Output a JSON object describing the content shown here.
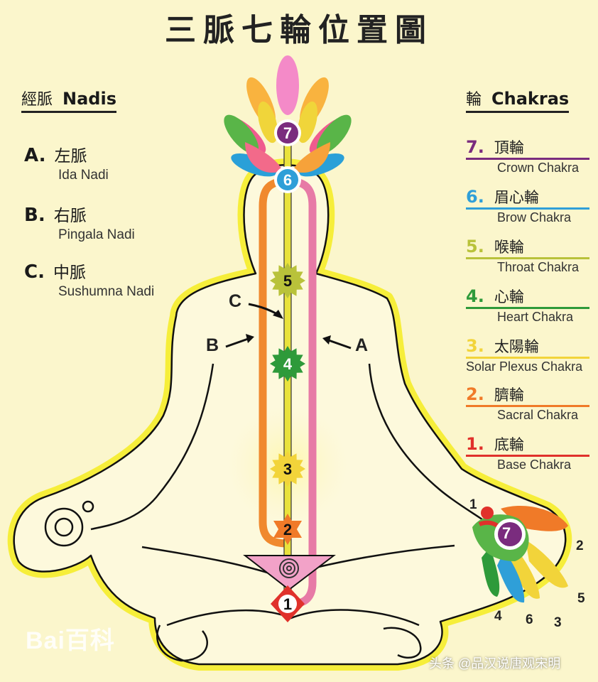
{
  "title": "三脈七輪位置圖",
  "nadis": {
    "heading_zh": "經脈",
    "heading_en": "Nadis",
    "items": [
      {
        "letter": "A.",
        "zh": "左脈",
        "en": "Ida Nadi"
      },
      {
        "letter": "B.",
        "zh": "右脈",
        "en": "Pingala Nadi"
      },
      {
        "letter": "C.",
        "zh": "中脈",
        "en": "Sushumna Nadi"
      }
    ]
  },
  "chakras": {
    "heading_zh": "輪",
    "heading_en": "Chakras",
    "items": [
      {
        "num": "7.",
        "zh": "頂輪",
        "en": "Crown Chakra",
        "color": "#7a2c7e"
      },
      {
        "num": "6.",
        "zh": "眉心輪",
        "en": "Brow Chakra",
        "color": "#2f9fd8"
      },
      {
        "num": "5.",
        "zh": "喉輪",
        "en": "Throat Chakra",
        "color": "#b9c23a"
      },
      {
        "num": "4.",
        "zh": "心輪",
        "en": "Heart Chakra",
        "color": "#2e9a3a"
      },
      {
        "num": "3.",
        "zh": "太陽輪",
        "en": "Solar Plexus Chakra",
        "color": "#f2d43a"
      },
      {
        "num": "2.",
        "zh": "臍輪",
        "en": "Sacral Chakra",
        "color": "#f07a28"
      },
      {
        "num": "1.",
        "zh": "底輪",
        "en": "Base Chakra",
        "color": "#e0312b"
      }
    ]
  },
  "figure": {
    "channel_labels": {
      "a": "A",
      "b": "B",
      "c": "C"
    },
    "body_chakras": [
      "7",
      "6",
      "5",
      "4",
      "3",
      "2",
      "1"
    ],
    "hand_numbers": [
      "1",
      "2",
      "5",
      "4",
      "6",
      "3"
    ],
    "palm_chakra": "7"
  },
  "colors": {
    "background": "#fbf6cc",
    "aura": "#f6ee3a",
    "ida_channel": "#e77aa6",
    "pingala_channel": "#f0892e",
    "sushumna_channel": "#e9e23c"
  },
  "watermarks": {
    "left": "Bai百科",
    "right": "头条 @品汉说唐观宋明"
  }
}
